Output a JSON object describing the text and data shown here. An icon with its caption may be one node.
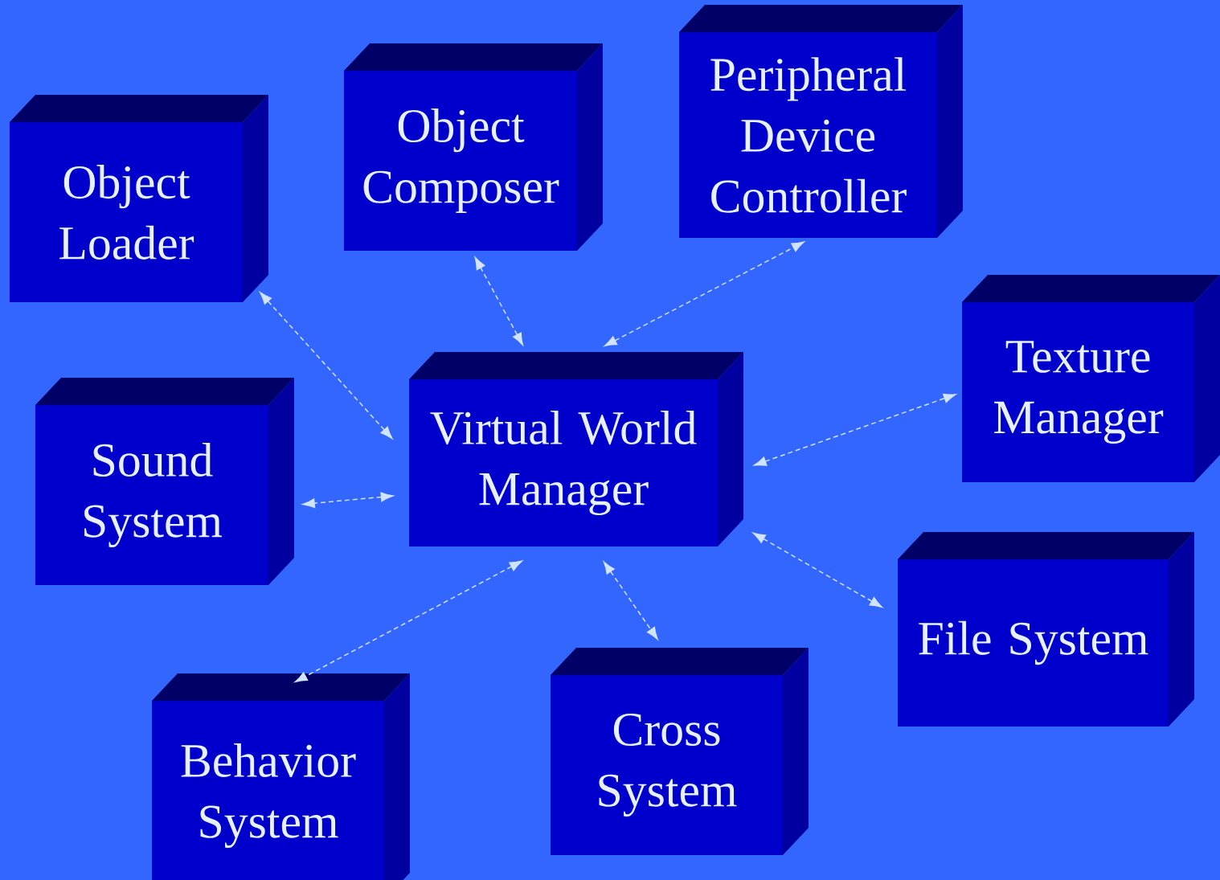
{
  "diagram": {
    "nodes": [
      {
        "text": [
          "Object Loader"
        ]
      },
      {
        "text": [
          "Object Composer"
        ]
      },
      {
        "text": [
          "Peripheral Device Controller"
        ]
      },
      {
        "text": [
          "Virtual World Manager"
        ]
      },
      {
        "text": [
          "Texture Manager"
        ]
      },
      {
        "text": [
          "Sound System"
        ]
      },
      {
        "text": [
          "File System"
        ]
      },
      {
        "text": [
          "Behavior System"
        ]
      },
      {
        "text": [
          "Cross System"
        ]
      }
    ],
    "edges": [
      {
        "from": 3,
        "to": 0,
        "arrow": "both"
      },
      {
        "from": 3,
        "to": 1,
        "arrow": "both"
      },
      {
        "from": 3,
        "to": 2,
        "arrow": "both"
      },
      {
        "from": 3,
        "to": 4,
        "arrow": "both"
      },
      {
        "from": 3,
        "to": 5,
        "arrow": "both"
      },
      {
        "from": 3,
        "to": 6,
        "arrow": "both"
      },
      {
        "from": 3,
        "to": 7,
        "arrow": "both"
      },
      {
        "from": 3,
        "to": 8,
        "arrow": "both"
      }
    ]
  }
}
